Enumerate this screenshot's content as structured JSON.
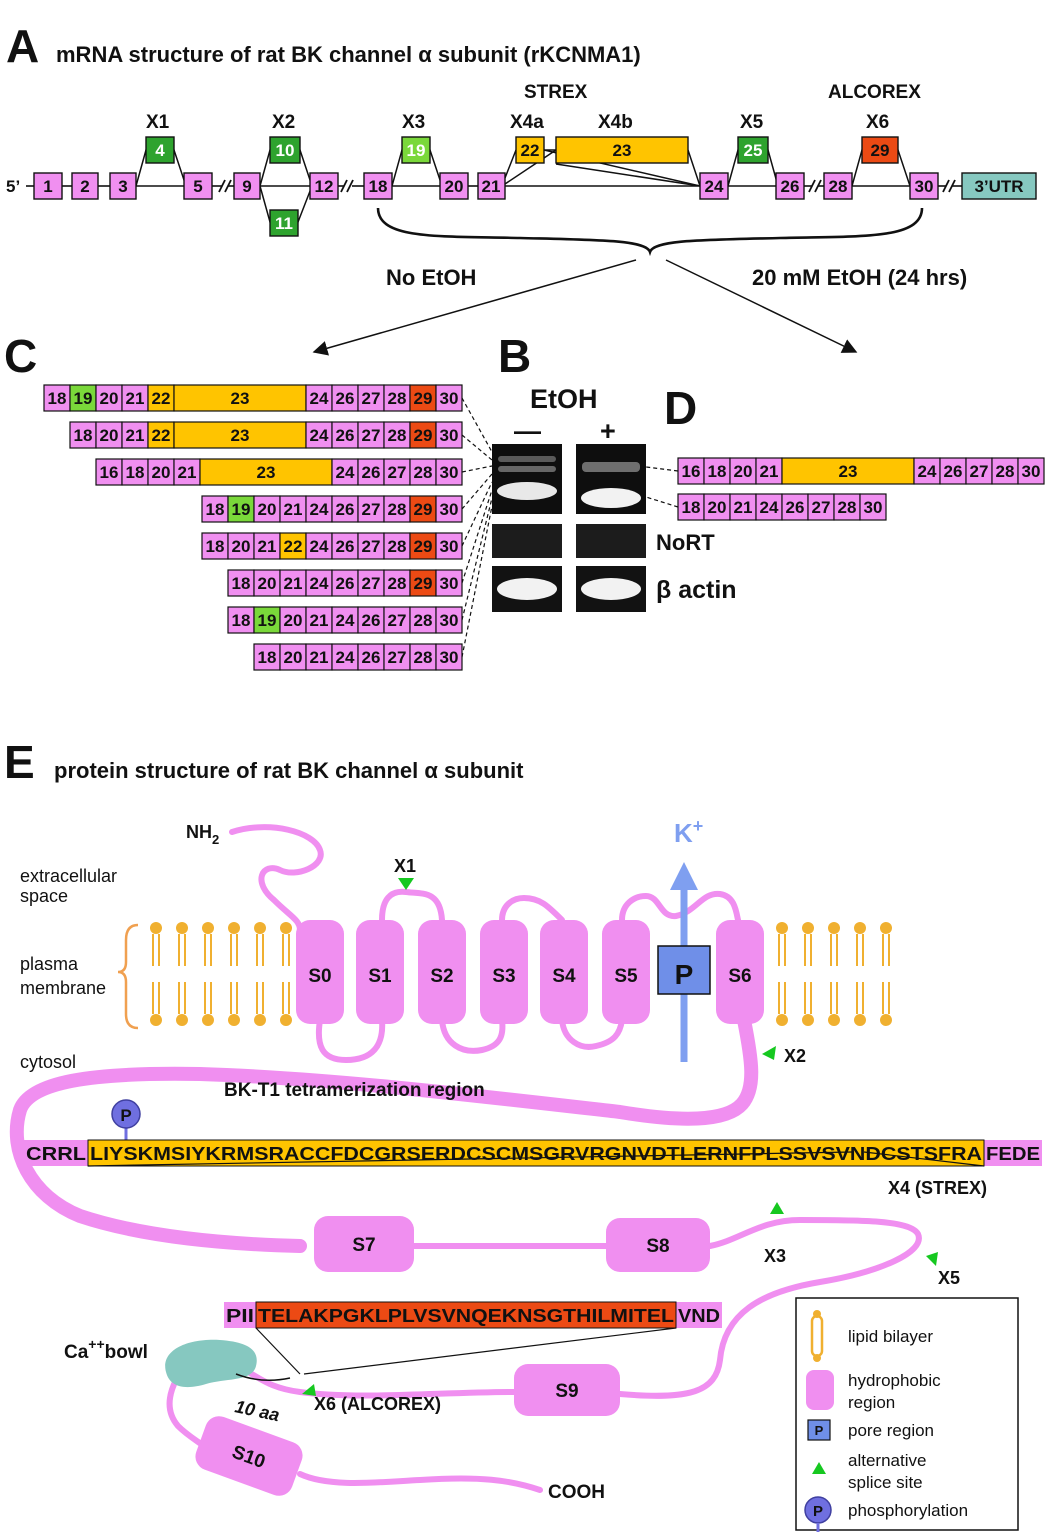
{
  "colors": {
    "pink": "#f08ff0",
    "orange_yellow": "#ffc400",
    "green": "#2ea32e",
    "light_green": "#7ad83a",
    "red_orange": "#ec4a14",
    "teal": "#86c8c0",
    "membrane_gold": "#f0b030",
    "pore_blue": "#6f8fe8",
    "arrow_blue": "#7f9ff0",
    "splice_green": "#16c820"
  },
  "panel_a": {
    "letter": "A",
    "title": "mRNA structure of rat BK channel α subunit (rKCNMA1)",
    "five_prime": "5’",
    "three_utr": "3’UTR",
    "group_labels": {
      "strex": "STREX",
      "alcorex": "ALCOREX"
    },
    "site_labels": [
      "X1",
      "X2",
      "X3",
      "X4a",
      "X4b",
      "X5",
      "X6"
    ],
    "main_exons": [
      "1",
      "2",
      "3",
      "5",
      "9",
      "12",
      "18",
      "20",
      "21",
      "24",
      "26",
      "28",
      "30"
    ],
    "alt_exons": [
      "4",
      "10",
      "11",
      "19",
      "22",
      "23",
      "25",
      "29"
    ],
    "condition_left": "No EtOH",
    "condition_right": "20 mM EtOH (24 hrs)"
  },
  "panel_c": {
    "letter": "C",
    "variants": [
      [
        "18",
        "19",
        "20",
        "21",
        "22",
        "23",
        "24",
        "26",
        "27",
        "28",
        "29",
        "30"
      ],
      [
        "18",
        "20",
        "21",
        "22",
        "23",
        "24",
        "26",
        "27",
        "28",
        "29",
        "30"
      ],
      [
        "16",
        "18",
        "20",
        "21",
        "23",
        "24",
        "26",
        "27",
        "28",
        "30"
      ],
      [
        "18",
        "19",
        "20",
        "21",
        "24",
        "26",
        "27",
        "28",
        "29",
        "30"
      ],
      [
        "18",
        "20",
        "21",
        "22",
        "24",
        "26",
        "27",
        "28",
        "29",
        "30"
      ],
      [
        "18",
        "20",
        "21",
        "24",
        "26",
        "27",
        "28",
        "29",
        "30"
      ],
      [
        "18",
        "19",
        "20",
        "21",
        "24",
        "26",
        "27",
        "28",
        "30"
      ],
      [
        "18",
        "20",
        "21",
        "24",
        "26",
        "27",
        "28",
        "30"
      ]
    ]
  },
  "panel_b": {
    "letter": "B",
    "title": "EtOH",
    "minus": "—",
    "plus": "+",
    "nort": "NoRT",
    "actin": "β actin"
  },
  "panel_d": {
    "letter": "D",
    "variants": [
      [
        "16",
        "18",
        "20",
        "21",
        "23",
        "24",
        "26",
        "27",
        "28",
        "30"
      ],
      [
        "18",
        "20",
        "21",
        "24",
        "26",
        "27",
        "28",
        "30"
      ]
    ]
  },
  "panel_e": {
    "letter": "E",
    "title": "protein structure of rat BK channel α subunit",
    "nh2": "NH",
    "nh2_sub": "2",
    "k": "K",
    "k_sup": "+",
    "regions": {
      "extracellular_1": "extracellular",
      "extracellular_2": "space",
      "membrane_1": "plasma",
      "membrane_2": "membrane",
      "cytosol": "cytosol"
    },
    "segments": [
      "S0",
      "S1",
      "S2",
      "S3",
      "S4",
      "S5",
      "S6"
    ],
    "pore": "P",
    "cyto_segments": [
      "S7",
      "S8",
      "S9",
      "S10"
    ],
    "tetramerization": "BK-T1 tetramerization region",
    "phospho": "P",
    "strex_seq_pre": "CRRL",
    "strex_seq": "LIYSKMSIYKRMSRACCFDCGRSERDCSCMSGRVRGNVDTLERNFPLSSVSVNDCSTSFRA",
    "strex_seq_post": "FEDE",
    "alcorex_seq_pre": "PII",
    "alcorex_seq": "TELAKPGKLPLVSVNQEKNSGTHILMITEL",
    "alcorex_seq_post": "VND",
    "splice_labels": {
      "x1": "X1",
      "x2": "X2",
      "x3": "X3",
      "x4": "X4 (STREX)",
      "x5": "X5",
      "x6": "X6 (ALCOREX)"
    },
    "ca_bowl": "Ca",
    "ca_sup": "++",
    "ca_bowl_2": "bowl",
    "ten_aa": "10 aa",
    "cooh": "COOH",
    "legend": {
      "lipid": "lipid bilayer",
      "hydro_1": "hydrophobic",
      "hydro_2": "region",
      "pore": "pore region",
      "pore_symbol": "P",
      "alt_1": "alternative",
      "alt_2": "splice site",
      "phos": "phosphorylation",
      "phos_symbol": "P"
    }
  }
}
